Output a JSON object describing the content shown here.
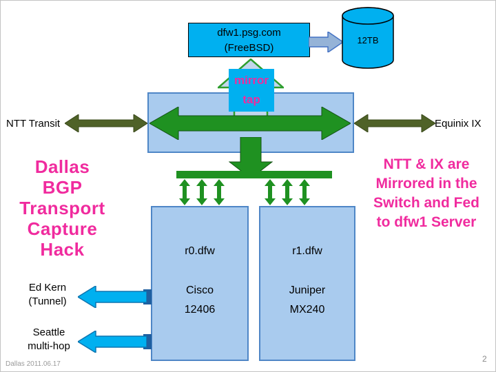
{
  "footer": {
    "date": "Dallas 2011.06.17",
    "page": "2"
  },
  "server_box": {
    "line1": "dfw1.psg.com",
    "line2": "(FreeBSD)"
  },
  "storage": {
    "label": "12TB"
  },
  "mirror_tap": {
    "line1": "mirror",
    "line2": "tap"
  },
  "transit": {
    "left_label": "NTT Transit",
    "right_label": "Equinix IX"
  },
  "title": {
    "lines": [
      "Dallas",
      "BGP",
      "Transport",
      "Capture",
      "Hack"
    ]
  },
  "note": {
    "lines": [
      "NTT & IX are",
      "Mirrored in the",
      "Switch and Fed",
      "to dfw1 Server"
    ]
  },
  "routers": [
    {
      "name": "r0.dfw",
      "vendor": "Cisco",
      "model": "12406"
    },
    {
      "name": "r1.dfw",
      "vendor": "Juniper",
      "model": "MX240"
    }
  ],
  "tunnels": [
    {
      "line1": "Ed Kern",
      "line2": "(Tunnel)"
    },
    {
      "line1": "Seattle",
      "line2": "multi-hop"
    }
  ],
  "colors": {
    "cyan": "#00B0F0",
    "box_fill": "#A9CBEE",
    "box_border": "#4E86C6",
    "green": "#1F9121",
    "olive": "#4F6228",
    "magenta": "#F02B9E",
    "storage_arrow_blue": "#95B3D7",
    "mirror_arrow_fill": "#C3D6EC"
  }
}
